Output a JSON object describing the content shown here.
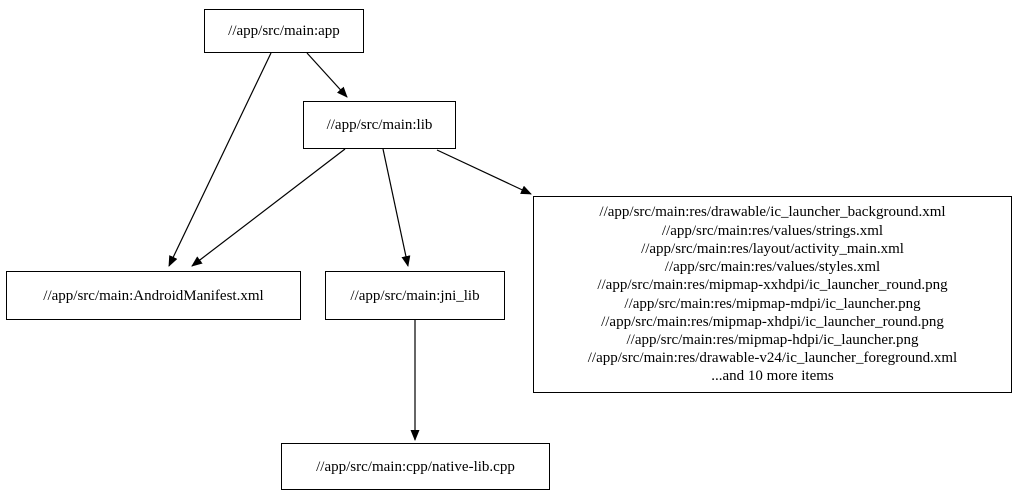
{
  "diagram": {
    "kind": "build-dependency-graph",
    "background_color": "#ffffff",
    "node_border_color": "#000000",
    "edge_color": "#000000",
    "text_color": "#000000",
    "nodes": {
      "app": {
        "label": "//app/src/main:app"
      },
      "lib": {
        "label": "//app/src/main:lib"
      },
      "android_manifest": {
        "label": "//app/src/main:AndroidManifest.xml"
      },
      "jni_lib": {
        "label": "//app/src/main:jni_lib"
      },
      "native_lib_cpp": {
        "label": "//app/src/main:cpp/native-lib.cpp"
      },
      "resources": {
        "lines": [
          "//app/src/main:res/drawable/ic_launcher_background.xml",
          "//app/src/main:res/values/strings.xml",
          "//app/src/main:res/layout/activity_main.xml",
          "//app/src/main:res/values/styles.xml",
          "//app/src/main:res/mipmap-xxhdpi/ic_launcher_round.png",
          "//app/src/main:res/mipmap-mdpi/ic_launcher.png",
          "//app/src/main:res/mipmap-xhdpi/ic_launcher_round.png",
          "//app/src/main:res/mipmap-hdpi/ic_launcher.png",
          "//app/src/main:res/drawable-v24/ic_launcher_foreground.xml",
          "...and 10 more items"
        ]
      }
    },
    "edges": [
      {
        "from": "app",
        "to": "lib"
      },
      {
        "from": "app",
        "to": "android_manifest"
      },
      {
        "from": "lib",
        "to": "android_manifest"
      },
      {
        "from": "lib",
        "to": "jni_lib"
      },
      {
        "from": "lib",
        "to": "resources"
      },
      {
        "from": "jni_lib",
        "to": "native_lib_cpp"
      }
    ]
  }
}
